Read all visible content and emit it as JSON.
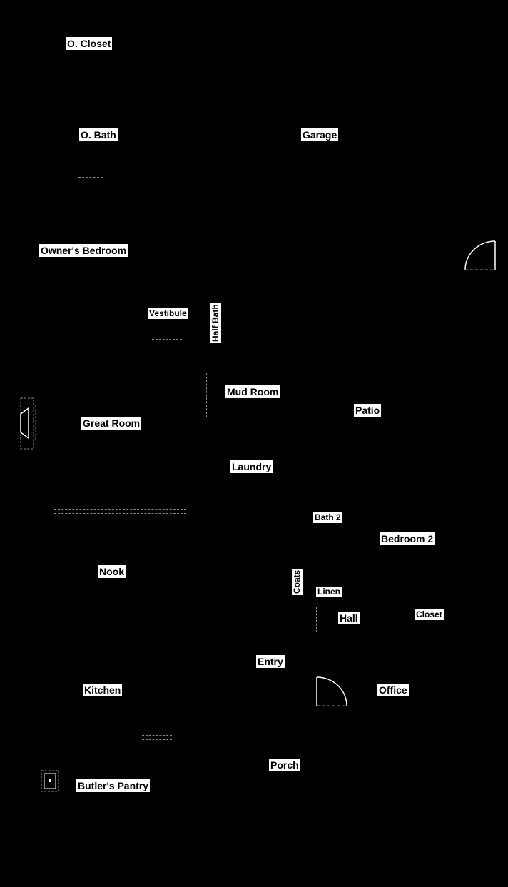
{
  "rooms": {
    "o_closet": "O. Closet",
    "o_bath": "O. Bath",
    "garage": "Garage",
    "owners_bedroom": "Owner's Bedroom",
    "vestibule": "Vestibule",
    "half_bath": "Half Bath",
    "mud_room": "Mud Room",
    "patio": "Patio",
    "great_room": "Great Room",
    "laundry": "Laundry",
    "bath_2": "Bath 2",
    "bedroom_2": "Bedroom 2",
    "nook": "Nook",
    "coats": "Coats",
    "linen": "Linen",
    "hall": "Hall",
    "closet": "Closet",
    "entry": "Entry",
    "kitchen": "Kitchen",
    "office": "Office",
    "porch": "Porch",
    "butlers_pantry": "Butler's Pantry"
  },
  "colors": {
    "background": "#000000",
    "label_background": "#ffffff",
    "label_text": "#000000",
    "dashed_lines": "#888888"
  }
}
